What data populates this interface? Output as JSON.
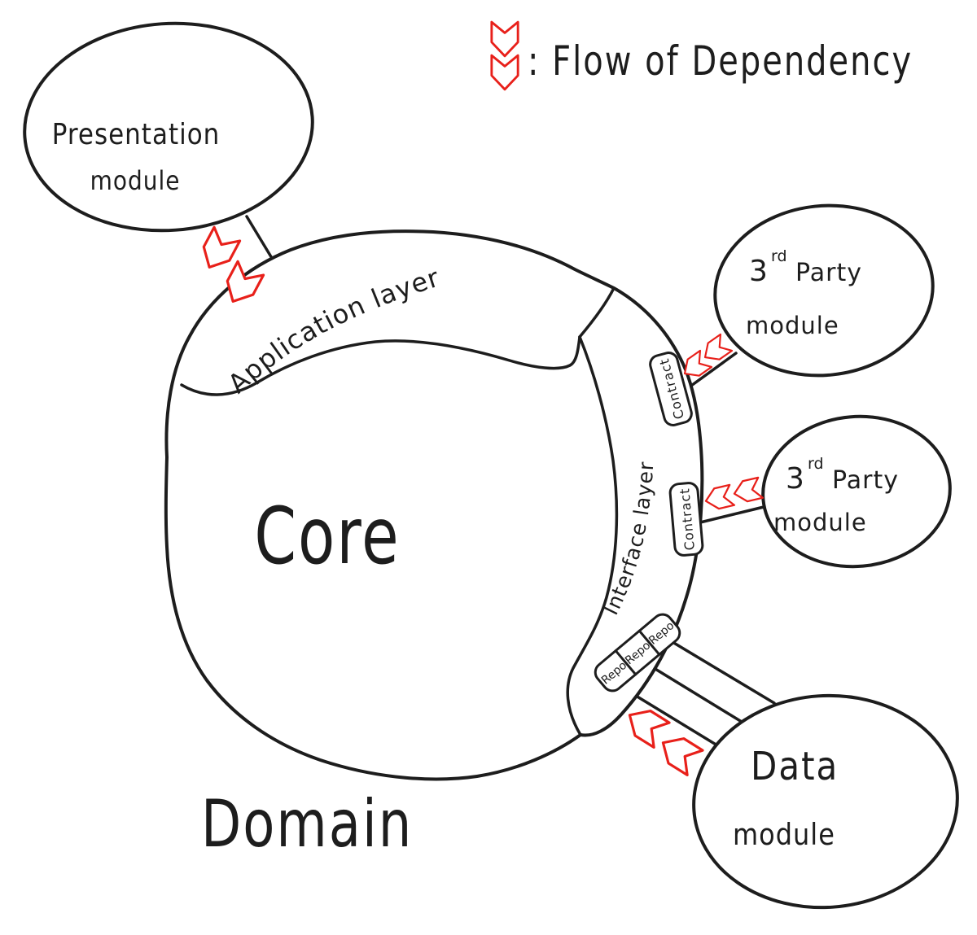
{
  "colors": {
    "ink": "#1d1d1d",
    "arrow": "#e8201a"
  },
  "legend": {
    "label": ": Flow of Dependency"
  },
  "core": {
    "label": "Core",
    "domain_label": "Domain"
  },
  "layers": {
    "application": "Application layer",
    "interface": "Interface layer"
  },
  "ports": {
    "contract_top": "Contract",
    "contract_bottom": "Contract",
    "repos": [
      "Repo",
      "Repo",
      "Repo"
    ]
  },
  "modules": {
    "presentation": {
      "name": "Presentation",
      "type": "module"
    },
    "third_party_top": {
      "num": "3",
      "ord": "rd",
      "name": "Party",
      "type": "module"
    },
    "third_party_bottom": {
      "num": "3",
      "ord": "rd",
      "name": "Party",
      "type": "module"
    },
    "data": {
      "name": "Data",
      "type": "module"
    }
  }
}
